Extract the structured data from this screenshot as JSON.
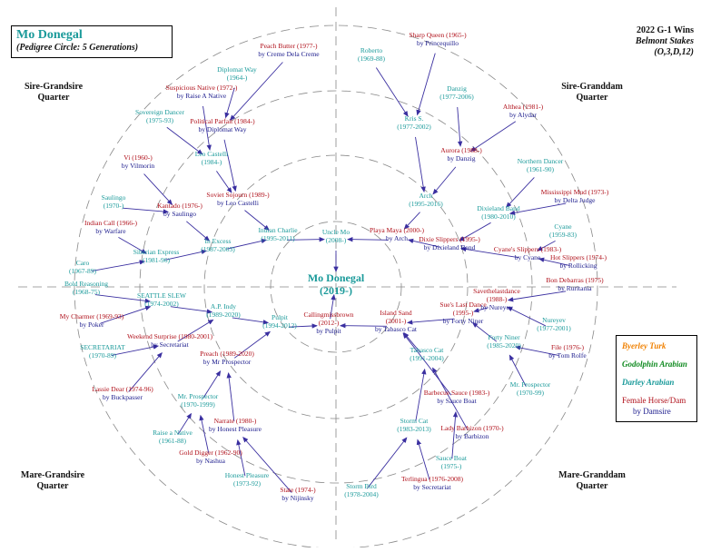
{
  "title": {
    "horse": "Mo Donegal",
    "subtitle": "(Pedigree Circle: 5 Generations)"
  },
  "race_info": {
    "line1": "2022 G-1 Wins",
    "line2": "Belmont Stakes",
    "line3": "(O,3,D,12)"
  },
  "quarters": {
    "sire_grandsire": [
      "Sire-Grandsire",
      "Quarter"
    ],
    "sire_granddam": [
      "Sire-Granddam",
      "Quarter"
    ],
    "mare_grandsire": [
      "Mare-Grandsire",
      "Quarter"
    ],
    "mare_granddam": [
      "Mare-Granddam",
      "Quarter"
    ]
  },
  "legend": {
    "byerley": "Byerley Turk",
    "godolphin": "Godolphin Arabian",
    "darley": "Darley Arabian",
    "female": "Female Horse/Dam",
    "damsire": "by Damsire"
  },
  "colors": {
    "male": "#1a9a9a",
    "female": "#b0101a",
    "damsire": "#1a1a8c",
    "arrow": "#3a2fa0",
    "byerley": "#f08000",
    "godolphin": "#108a20",
    "darley": "#1a9a9a",
    "ring": "#888888"
  },
  "center": {
    "name": "Mo Donegal",
    "years": "(2019-)"
  },
  "horses": [
    {
      "id": "unclemo",
      "lines": [
        "Uncle Mo",
        "(2008-)"
      ],
      "sex": "m"
    },
    {
      "id": "callingmissbrown",
      "lines": [
        "Callingmissbrown",
        "(2012-)",
        "by Pulpit"
      ],
      "sex": "f"
    },
    {
      "id": "indiancharlie",
      "lines": [
        "Indian Charlie",
        "(1995-2011)"
      ],
      "sex": "m"
    },
    {
      "id": "playamaya",
      "lines": [
        "Playa Maya (2000-)",
        "by Arch"
      ],
      "sex": "f"
    },
    {
      "id": "pulpit",
      "lines": [
        "Pulpit",
        "(1994-2012)"
      ],
      "sex": "m"
    },
    {
      "id": "islandsand",
      "lines": [
        "Island Sand",
        "(2001-)",
        "by Tabasco Cat"
      ],
      "sex": "f"
    },
    {
      "id": "inexcess",
      "lines": [
        "In Excess",
        "(1987-2003)"
      ],
      "sex": "m"
    },
    {
      "id": "sovietsojourn",
      "lines": [
        "Soviet Sojourn (1989-)",
        "by Leo Castelli"
      ],
      "sex": "f"
    },
    {
      "id": "arch",
      "lines": [
        "Arch",
        "(1995-2016)"
      ],
      "sex": "m"
    },
    {
      "id": "dixieslippers",
      "lines": [
        "Dixie Slippers (1995-)",
        "by Dixieland Band"
      ],
      "sex": "f"
    },
    {
      "id": "apindy",
      "lines": [
        "A.P. Indy",
        "(1989-2020)"
      ],
      "sex": "m"
    },
    {
      "id": "preach",
      "lines": [
        "Preach (1989-2020)",
        "by Mr Prospector"
      ],
      "sex": "f"
    },
    {
      "id": "tabascocat",
      "lines": [
        "Tabasco Cat",
        "(1991-2004)"
      ],
      "sex": "m"
    },
    {
      "id": "barbecuesauce",
      "lines": [
        "Barbecue Sauce (1983-)",
        "by Sauce Boat"
      ],
      "sex": "f"
    },
    {
      "id": "siberianexpress",
      "lines": [
        "Siberian Express",
        "(1981-96)"
      ],
      "sex": "m"
    },
    {
      "id": "kantado",
      "lines": [
        "Kantado (1976-)",
        "by Saulingo"
      ],
      "sex": "f"
    },
    {
      "id": "leocastelli",
      "lines": [
        "Leo Castelli",
        "(1984-)"
      ],
      "sex": "m"
    },
    {
      "id": "politicalparfait",
      "lines": [
        "Political Parfait (1984-)",
        "by Diplomat Way"
      ],
      "sex": "f"
    },
    {
      "id": "kriss",
      "lines": [
        "Kris S.",
        "(1977-2002)"
      ],
      "sex": "m"
    },
    {
      "id": "aurora",
      "lines": [
        "Aurora (1988-)",
        "by Danzig"
      ],
      "sex": "f"
    },
    {
      "id": "dixielandband",
      "lines": [
        "Dixieland Band",
        "(1980-2010)"
      ],
      "sex": "m"
    },
    {
      "id": "cyaneslippers",
      "lines": [
        "Cyane's Slippers (1983-)",
        "by Cyane"
      ],
      "sex": "f"
    },
    {
      "id": "seattleslew",
      "lines": [
        "SEATTLE SLEW",
        "(1974-2002)"
      ],
      "sex": "m"
    },
    {
      "id": "weekendsurprise",
      "lines": [
        "Weekend Surprise (1980-2001)",
        "by Secretariat"
      ],
      "sex": "f"
    },
    {
      "id": "mrprospector1",
      "lines": [
        "Mr. Prospector",
        "(1970-1999)"
      ],
      "sex": "m"
    },
    {
      "id": "narrate",
      "lines": [
        "Narrate (1980-)",
        "by Honest Pleasure"
      ],
      "sex": "f"
    },
    {
      "id": "stormcat",
      "lines": [
        "Storm Cat",
        "(1983-2013)"
      ],
      "sex": "m"
    },
    {
      "id": "ladybarbizon",
      "lines": [
        "Lady Barbizon (1970-)",
        "by Barbizon"
      ],
      "sex": "f"
    },
    {
      "id": "forty_niner",
      "lines": [
        "Forty Niner",
        "(1985-2020)"
      ],
      "sex": "m"
    },
    {
      "id": "sueslastdance",
      "lines": [
        "Sue's Last Dance",
        "(1995-)",
        "by Forty Niner"
      ],
      "sex": "f"
    },
    {
      "id": "caro",
      "lines": [
        "Caro",
        "(1967-89)"
      ],
      "sex": "m"
    },
    {
      "id": "indiancall",
      "lines": [
        "Indian Call (1966-)",
        "by Warfare"
      ],
      "sex": "f"
    },
    {
      "id": "saulingo",
      "lines": [
        "Saulingo",
        "(1970-)"
      ],
      "sex": "m"
    },
    {
      "id": "vi",
      "lines": [
        "Vi (1960-)",
        "by Vilmorin"
      ],
      "sex": "f"
    },
    {
      "id": "sovereigndancer",
      "lines": [
        "Sovereign Dancer",
        "(1975-93)"
      ],
      "sex": "m"
    },
    {
      "id": "suspiciousnative",
      "lines": [
        "Suspicious Native (1972-)",
        "by Raise A Native"
      ],
      "sex": "f"
    },
    {
      "id": "diplomatway",
      "lines": [
        "Diplomat Way",
        "(1964-)"
      ],
      "sex": "m"
    },
    {
      "id": "peachbutter",
      "lines": [
        "Peach Butter (1977-)",
        "by Creme Dela Creme"
      ],
      "sex": "f"
    },
    {
      "id": "roberto",
      "lines": [
        "Roberto",
        "(1969-88)"
      ],
      "sex": "m"
    },
    {
      "id": "sharpqueen",
      "lines": [
        "Sharp Queen (1965-)",
        "by Princequillo"
      ],
      "sex": "f"
    },
    {
      "id": "danzig",
      "lines": [
        "Danzig",
        "(1977-2006)"
      ],
      "sex": "m"
    },
    {
      "id": "althea",
      "lines": [
        "Althea (1981-)",
        "by Alydar"
      ],
      "sex": "f"
    },
    {
      "id": "northerndancer",
      "lines": [
        "Northern Dancer",
        "(1961-90)"
      ],
      "sex": "m"
    },
    {
      "id": "mississippimud",
      "lines": [
        "Mississippi Mud (1973-)",
        "by Delta Judge"
      ],
      "sex": "f"
    },
    {
      "id": "cyane",
      "lines": [
        "Cyane",
        "(1959-83)"
      ],
      "sex": "m"
    },
    {
      "id": "hotslippers",
      "lines": [
        "Hot Slippers (1974-)",
        "by Rollicking"
      ],
      "sex": "f"
    },
    {
      "id": "boldreasoning",
      "lines": [
        "Bold Reasoning",
        "(1968-75)"
      ],
      "sex": "m"
    },
    {
      "id": "mycharmer",
      "lines": [
        "My Charmer (1969-93)",
        "by Poker"
      ],
      "sex": "f"
    },
    {
      "id": "secretariat",
      "lines": [
        "SECRETARIAT",
        "(1970-89)"
      ],
      "sex": "m"
    },
    {
      "id": "lassiedear",
      "lines": [
        "Lassie Dear (1974-96)",
        "by Buckpasser"
      ],
      "sex": "f"
    },
    {
      "id": "raiseanative",
      "lines": [
        "Raise a Native",
        "(1961-88)"
      ],
      "sex": "m"
    },
    {
      "id": "golddigger",
      "lines": [
        "Gold Digger (1962-90)",
        "by Nashua"
      ],
      "sex": "f"
    },
    {
      "id": "honestpleasure",
      "lines": [
        "Honest Pleasure",
        "(1973-92)"
      ],
      "sex": "m"
    },
    {
      "id": "state",
      "lines": [
        "State (1974-)",
        "by Nijinsky"
      ],
      "sex": "f"
    },
    {
      "id": "stormbird",
      "lines": [
        "Storm Bird",
        "(1978-2004)"
      ],
      "sex": "m"
    },
    {
      "id": "terlingua",
      "lines": [
        "Terlingua (1976-2008)",
        "by Secretariat"
      ],
      "sex": "f"
    },
    {
      "id": "sauceboat",
      "lines": [
        "Sauce Boat",
        "(1975-)"
      ],
      "sex": "m"
    },
    {
      "id": "mrprospector2",
      "lines": [
        "Mr. Prospector",
        "(1970-99)"
      ],
      "sex": "m"
    },
    {
      "id": "file",
      "lines": [
        "File (1976-)",
        "by Tom Rolfe"
      ],
      "sex": "f"
    },
    {
      "id": "nureyev",
      "lines": [
        "Nureyev",
        "(1977-2001)"
      ],
      "sex": "m"
    },
    {
      "id": "bondebarras",
      "lines": [
        "Bon Debarras (1975)",
        "by Ruritania"
      ],
      "sex": "f"
    },
    {
      "id": "savethelastdance",
      "lines": [
        "Savethelastdance",
        "(1988-)",
        "by Nureyev"
      ],
      "sex": "f"
    }
  ]
}
